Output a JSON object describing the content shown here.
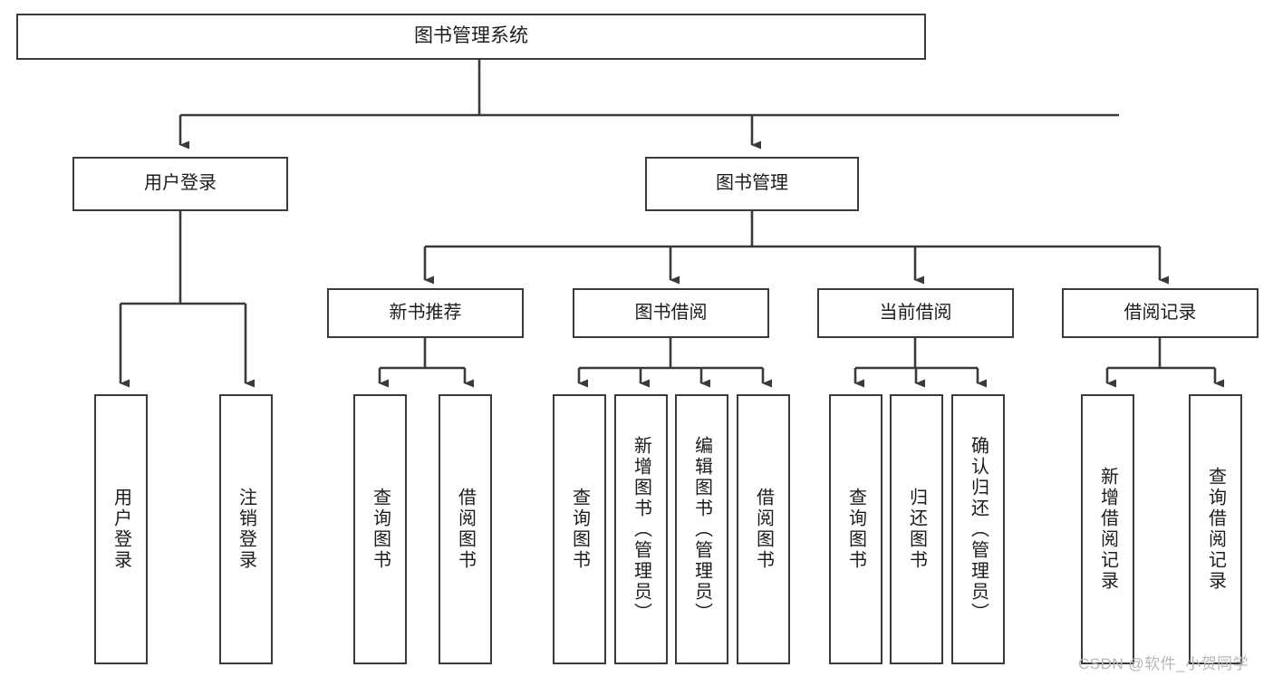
{
  "diagram": {
    "title": "图书管理系统",
    "type": "tree-hierarchy",
    "root": {
      "label": "图书管理系统",
      "children": [
        {
          "label": "用户登录",
          "children": [
            {
              "label": "用户登录"
            },
            {
              "label": "注销登录"
            }
          ]
        },
        {
          "label": "图书管理",
          "children": [
            {
              "label": "新书推荐",
              "children": [
                {
                  "label": "查询图书"
                },
                {
                  "label": "借阅图书"
                }
              ]
            },
            {
              "label": "图书借阅",
              "children": [
                {
                  "label": "查询图书"
                },
                {
                  "label": "新增图书（管理员）"
                },
                {
                  "label": "编辑图书（管理员）"
                },
                {
                  "label": "借阅图书"
                }
              ]
            },
            {
              "label": "当前借阅",
              "children": [
                {
                  "label": "查询图书"
                },
                {
                  "label": "归还图书"
                },
                {
                  "label": "确认归还（管理员）"
                }
              ]
            },
            {
              "label": "借阅记录",
              "children": [
                {
                  "label": "新增借阅记录"
                },
                {
                  "label": "查询借阅记录"
                }
              ]
            }
          ]
        }
      ]
    }
  },
  "nodes": {
    "root": "图书管理系统",
    "user_login": "用户登录",
    "book_manage": "图书管理",
    "new_book_rec": "新书推荐",
    "book_borrow": "图书借阅",
    "current_borrow": "当前借阅",
    "borrow_record": "借阅记录",
    "leaf_user_login": "用户登录",
    "leaf_logout": "注销登录",
    "leaf_rec_query_book": "查询图书",
    "leaf_rec_borrow_book": "借阅图书",
    "leaf_borrow_query_book": "查询图书",
    "leaf_borrow_add_book": "新增图书（管理员）",
    "leaf_borrow_edit_book": "编辑图书（管理员）",
    "leaf_borrow_borrow_book": "借阅图书",
    "leaf_cur_query_book": "查询图书",
    "leaf_cur_return_book": "归还图书",
    "leaf_cur_confirm_return": "确认归还（管理员）",
    "leaf_rec_add_record": "新增借阅记录",
    "leaf_rec_query_record": "查询借阅记录"
  },
  "watermark": {
    "text": "CSDN @软件_小贺同学"
  },
  "colors": {
    "border": "#3a3a3a",
    "background": "#ffffff",
    "text": "#1c1c1c",
    "watermark": "#b6b6b6"
  }
}
